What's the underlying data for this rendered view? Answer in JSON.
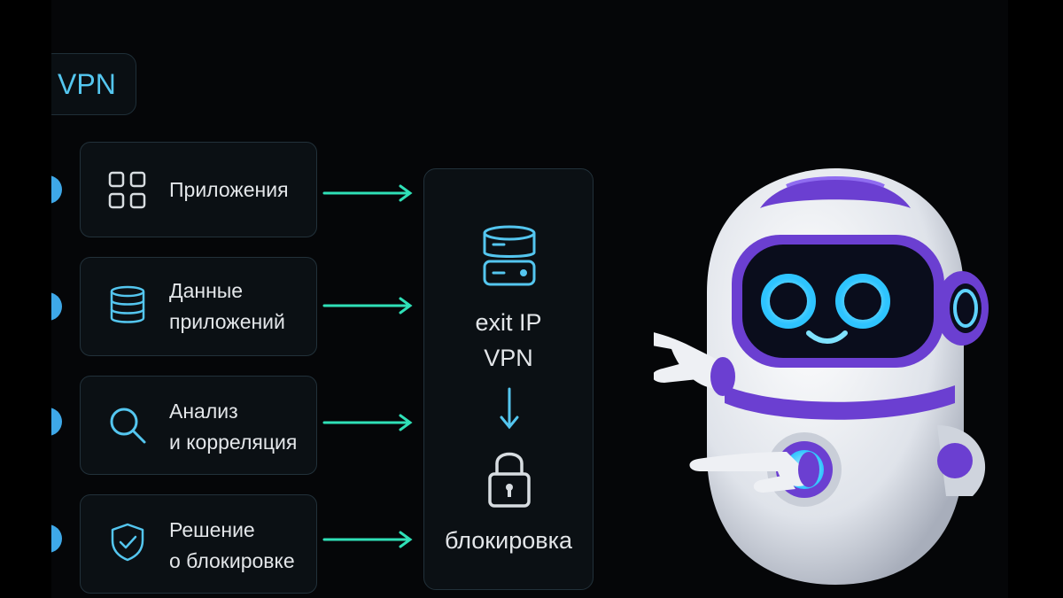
{
  "title": "VPN",
  "steps": [
    {
      "label_lines": [
        "Приложения"
      ],
      "icon": "apps-grid-icon"
    },
    {
      "label_lines": [
        "Данные",
        "приложений"
      ],
      "icon": "database-icon"
    },
    {
      "label_lines": [
        "Анализ",
        "и корреляция"
      ],
      "icon": "magnifier-icon"
    },
    {
      "label_lines": [
        "Решение",
        "о блокировке"
      ],
      "icon": "shield-check-icon"
    }
  ],
  "exit": {
    "line1": "exit IP",
    "line2": "VPN",
    "result": "блокировка",
    "server_icon": "server-icon",
    "arrow_icon": "arrow-down-icon",
    "lock_icon": "lock-icon"
  },
  "mascot": "robot-mascot",
  "colors": {
    "accent_cyan": "#54c6ef",
    "arrow_teal": "#2fe0b7",
    "badge_blue": "#3ea8e8",
    "robot_purple": "#6b3fd1",
    "text": "#e3e6e9"
  }
}
